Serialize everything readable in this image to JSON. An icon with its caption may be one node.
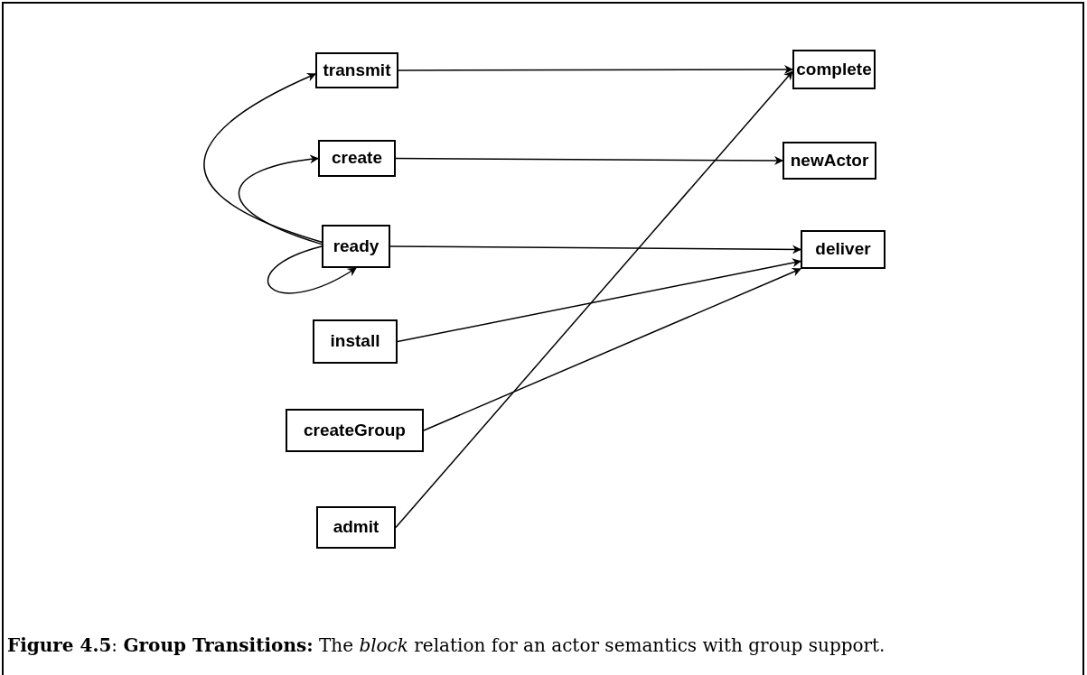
{
  "diagram": {
    "caption": "**Figure 4.5**: **Group Transitions:** The *block* relation for an actor semantics with group support.",
    "nodes": [
      {
        "text": [
          "transmit"
        ]
      },
      {
        "text": [
          "complete"
        ]
      },
      {
        "text": [
          "create"
        ]
      },
      {
        "text": [
          "newActor"
        ]
      },
      {
        "text": [
          "ready"
        ]
      },
      {
        "text": [
          "deliver"
        ]
      },
      {
        "text": [
          "install"
        ]
      },
      {
        "text": [
          "createGroup"
        ]
      },
      {
        "text": [
          "admit"
        ]
      }
    ],
    "edges": [
      {
        "from": 0,
        "to": 1,
        "arrow": "to"
      },
      {
        "from": 2,
        "to": 3,
        "arrow": "to"
      },
      {
        "from": 4,
        "to": 5,
        "arrow": "to"
      },
      {
        "from": 6,
        "to": 5,
        "arrow": "to"
      },
      {
        "from": 7,
        "to": 5,
        "arrow": "to"
      },
      {
        "from": 8,
        "to": 1,
        "arrow": "to"
      },
      {
        "from": 4,
        "to": 0,
        "arrow": "to"
      },
      {
        "from": 4,
        "to": 2,
        "arrow": "to"
      },
      {
        "from": 4,
        "to": 4,
        "arrow": "to"
      }
    ]
  }
}
